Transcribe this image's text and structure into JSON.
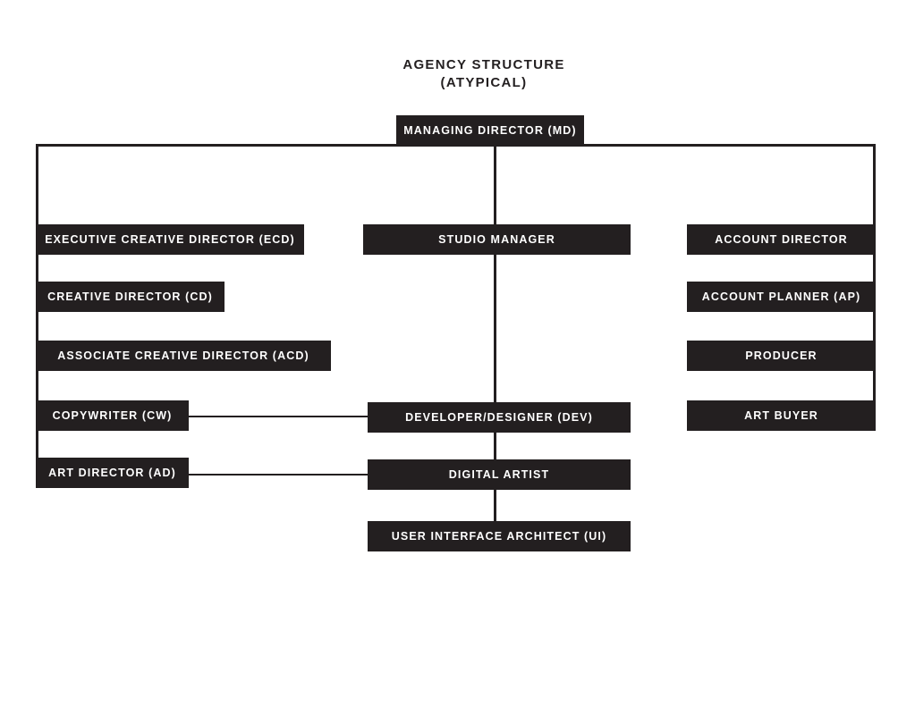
{
  "title": {
    "line1": "AGENCY STRUCTURE",
    "line2": "(ATYPICAL)"
  },
  "nodes": {
    "managing_director": "MANAGING DIRECTOR (MD)",
    "executive_creative_director": "EXECUTIVE CREATIVE DIRECTOR (ECD)",
    "creative_director": "CREATIVE DIRECTOR (CD)",
    "associate_creative_director": "ASSOCIATE CREATIVE DIRECTOR (ACD)",
    "copywriter": "COPYWRITER (CW)",
    "art_director": "ART DIRECTOR (AD)",
    "studio_manager": "STUDIO MANAGER",
    "developer_designer": "DEVELOPER/DESIGNER (DEV)",
    "digital_artist": "DIGITAL ARTIST",
    "user_interface_architect": "USER INTERFACE ARCHITECT (UI)",
    "account_director": "ACCOUNT DIRECTOR",
    "account_planner": "ACCOUNT PLANNER (AP)",
    "producer": "PRODUCER",
    "art_buyer": "ART BUYER"
  },
  "colors": {
    "box_fill": "#231f20",
    "box_text": "#ffffff",
    "line": "#231f20"
  }
}
